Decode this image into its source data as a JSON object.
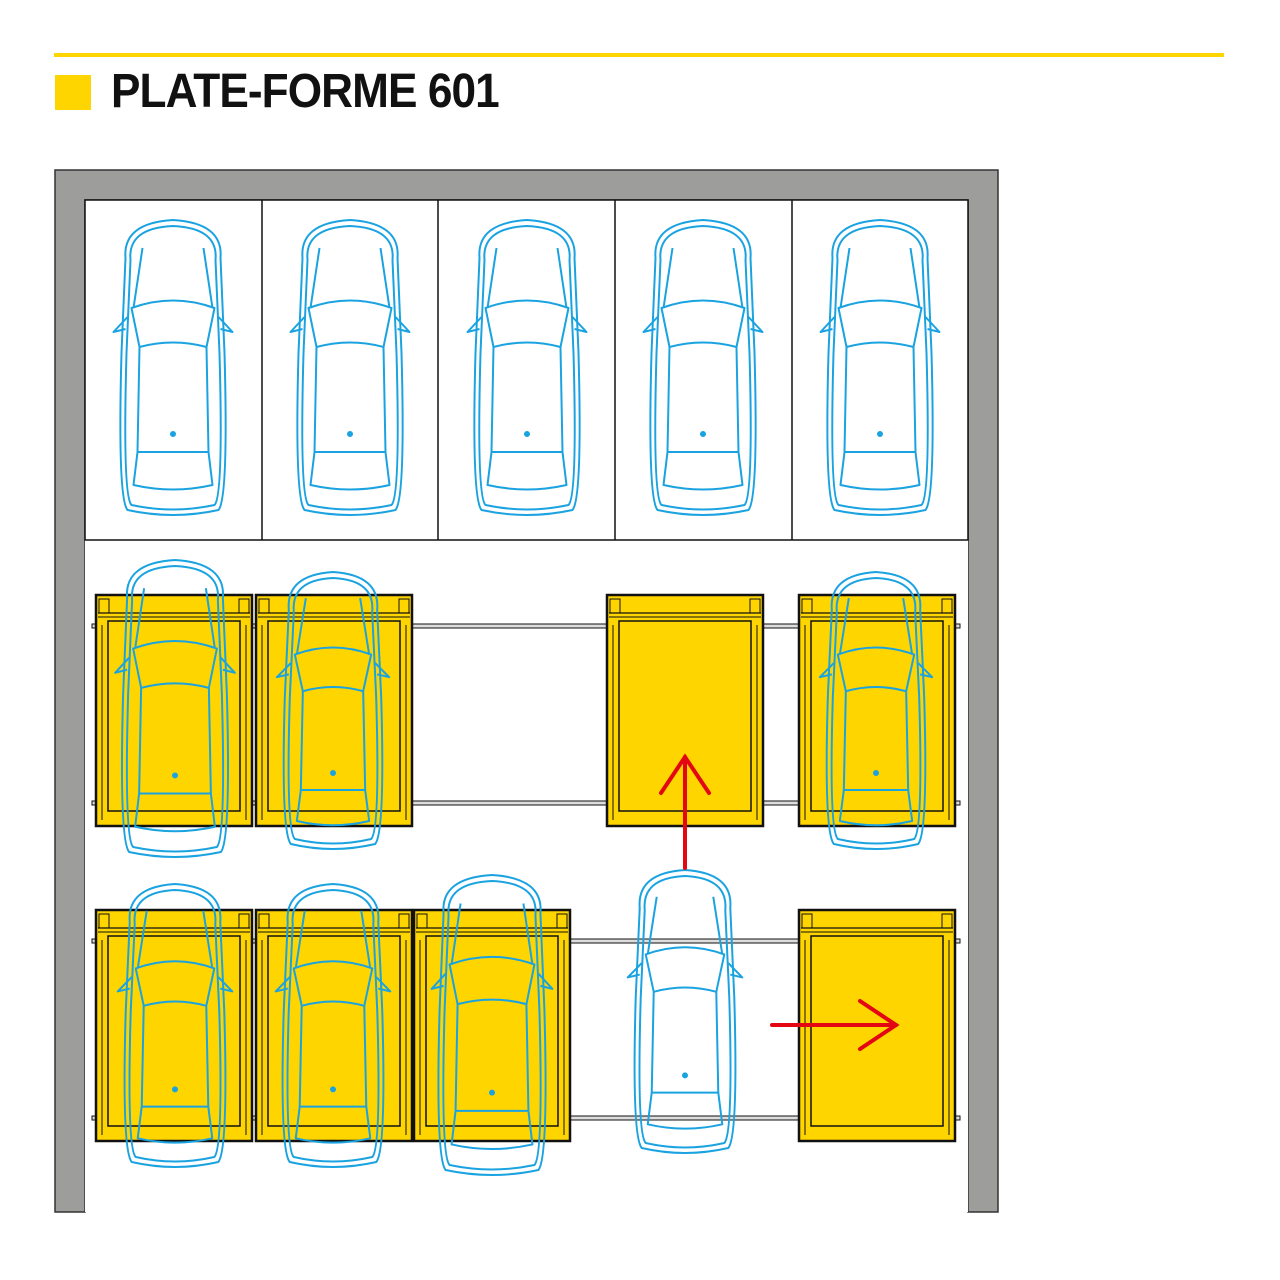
{
  "header": {
    "title": "PLATE-FORME 601"
  },
  "colors": {
    "accent": "#FFD500",
    "wall": "#9d9d9c",
    "car": "#1aa3e0",
    "arrow": "#e30613",
    "line": "#111111"
  },
  "diagram": {
    "fixed_spaces": 5,
    "rows": [
      {
        "row": 1,
        "slots": [
          "car",
          "car",
          "empty-lane",
          "empty-platform",
          "car"
        ]
      },
      {
        "row": 2,
        "slots": [
          "car",
          "car",
          "car",
          "car-in-lane",
          "empty-platform"
        ]
      }
    ],
    "arrows": [
      {
        "direction": "up"
      },
      {
        "direction": "right"
      }
    ]
  }
}
